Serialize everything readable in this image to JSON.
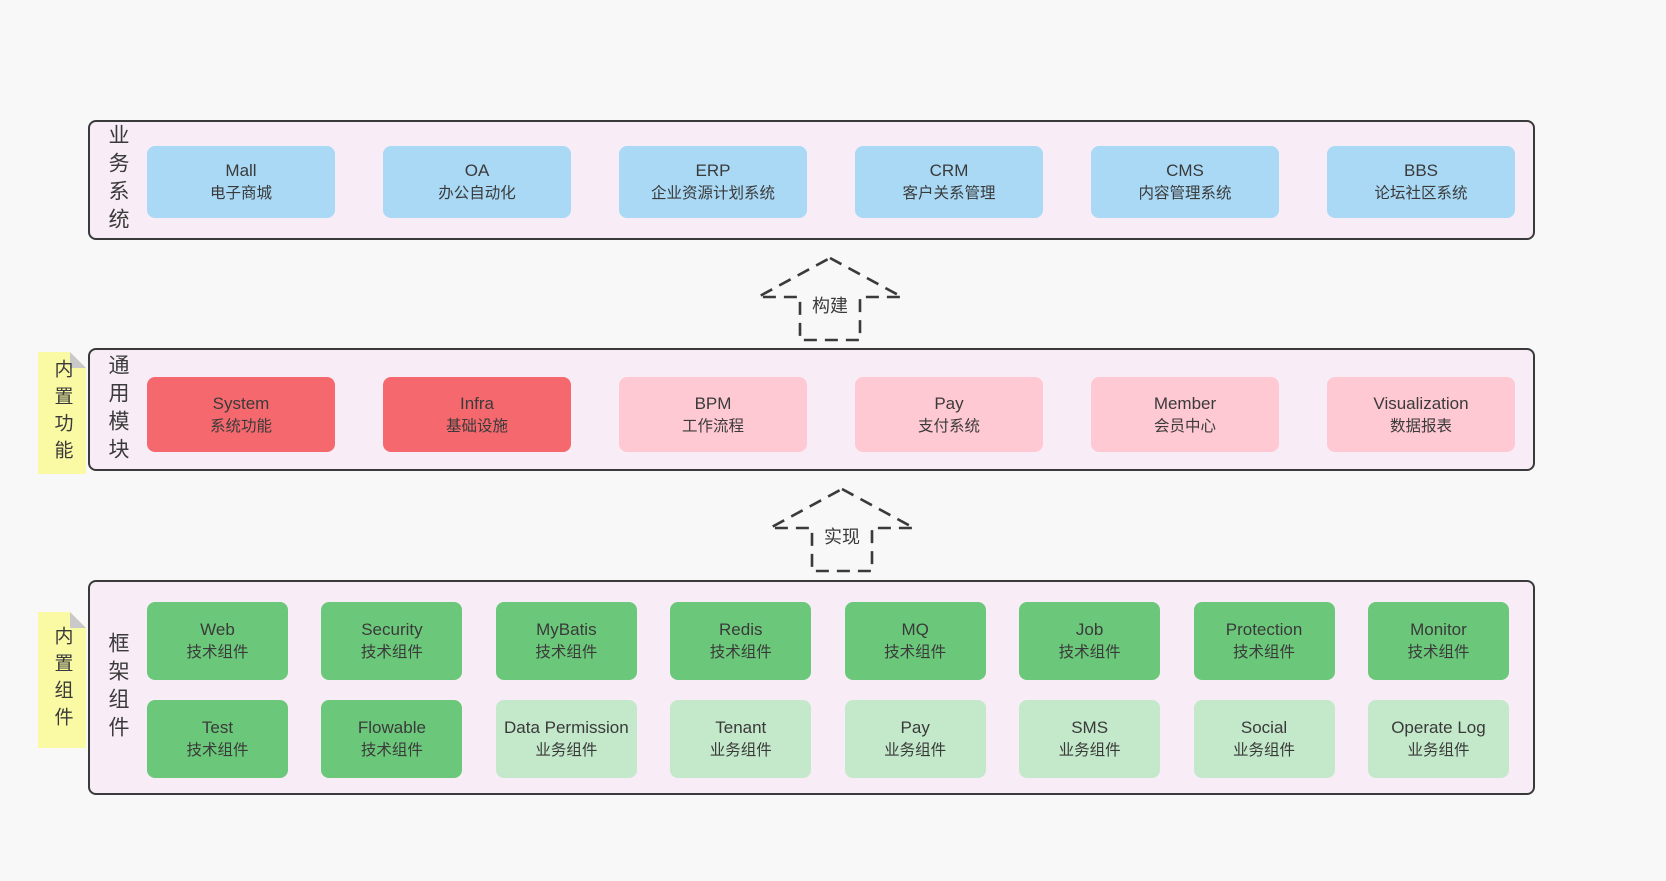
{
  "theme": {
    "bg": "#f8f8f8",
    "layer-bg": "#f8edf6",
    "line": "#3a3a3a",
    "text": "#3a3a3a",
    "blue": "#a9d9f5",
    "red": "#f5696e",
    "pink": "#ffc9d3",
    "green": "#6bc87a",
    "green-light": "#c3e8ca",
    "sticky": "#fafaa5",
    "fold": "#c9c9c9"
  },
  "layers": {
    "business": {
      "label": "业务系统",
      "boxes": [
        {
          "title": "Mall",
          "subtitle": "电子商城"
        },
        {
          "title": "OA",
          "subtitle": "办公自动化"
        },
        {
          "title": "ERP",
          "subtitle": "企业资源计划系统"
        },
        {
          "title": "CRM",
          "subtitle": "客户关系管理"
        },
        {
          "title": "CMS",
          "subtitle": "内容管理系统"
        },
        {
          "title": "BBS",
          "subtitle": "论坛社区系统"
        }
      ]
    },
    "modules": {
      "label": "通用模块",
      "sticky": "内置功能",
      "boxes": [
        {
          "title": "System",
          "subtitle": "系统功能",
          "variant": "core"
        },
        {
          "title": "Infra",
          "subtitle": "基础设施",
          "variant": "core"
        },
        {
          "title": "BPM",
          "subtitle": "工作流程",
          "variant": "optional"
        },
        {
          "title": "Pay",
          "subtitle": "支付系统",
          "variant": "optional"
        },
        {
          "title": "Member",
          "subtitle": "会员中心",
          "variant": "optional"
        },
        {
          "title": "Visualization",
          "subtitle": "数据报表",
          "variant": "optional"
        }
      ]
    },
    "framework": {
      "label": "框架组件",
      "sticky": "内置组件",
      "row1": [
        {
          "title": "Web",
          "subtitle": "技术组件"
        },
        {
          "title": "Security",
          "subtitle": "技术组件"
        },
        {
          "title": "MyBatis",
          "subtitle": "技术组件"
        },
        {
          "title": "Redis",
          "subtitle": "技术组件"
        },
        {
          "title": "MQ",
          "subtitle": "技术组件"
        },
        {
          "title": "Job",
          "subtitle": "技术组件"
        },
        {
          "title": "Protection",
          "subtitle": "技术组件"
        },
        {
          "title": "Monitor",
          "subtitle": "技术组件"
        }
      ],
      "row2": [
        {
          "title": "Test",
          "subtitle": "技术组件"
        },
        {
          "title": "Flowable",
          "subtitle": "技术组件"
        },
        {
          "title": "Data Permission",
          "subtitle": "业务组件"
        },
        {
          "title": "Tenant",
          "subtitle": "业务组件"
        },
        {
          "title": "Pay",
          "subtitle": "业务组件"
        },
        {
          "title": "SMS",
          "subtitle": "业务组件"
        },
        {
          "title": "Social",
          "subtitle": "业务组件"
        },
        {
          "title": "Operate Log",
          "subtitle": "业务组件"
        }
      ]
    }
  },
  "arrows": {
    "build": "构建",
    "implement": "实现"
  }
}
